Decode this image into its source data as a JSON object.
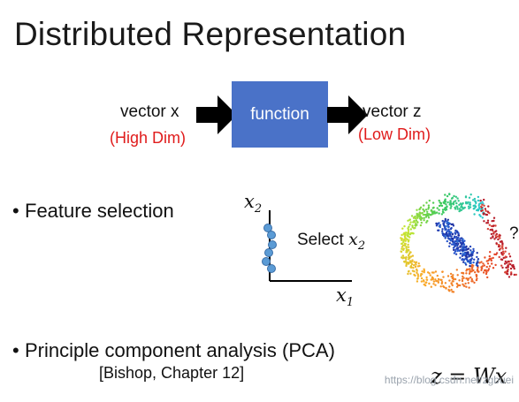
{
  "title": "Distributed Representation",
  "diagram": {
    "input_label": "vector x",
    "input_note": "(High Dim)",
    "function_label": "function",
    "output_label": "vector z",
    "output_note": "(Low Dim)",
    "accent": "#4a72c8",
    "note_color": "#e01b1b"
  },
  "bullets": [
    {
      "text": "Feature selection"
    },
    {
      "text": "Principle component analysis (PCA)",
      "citation": "[Bishop, Chapter 12]"
    }
  ],
  "feature_plot": {
    "y_axis_label": "x",
    "y_axis_sub": "2",
    "x_axis_label": "x",
    "x_axis_sub": "1",
    "select_text": "Select ",
    "select_var": "x",
    "select_sub": "2",
    "point_color": "#5b9bd5"
  },
  "manifold": {
    "question_mark": "?"
  },
  "equation": "z = Wx",
  "watermark": "https://blog.csdn.net/zgbuei"
}
